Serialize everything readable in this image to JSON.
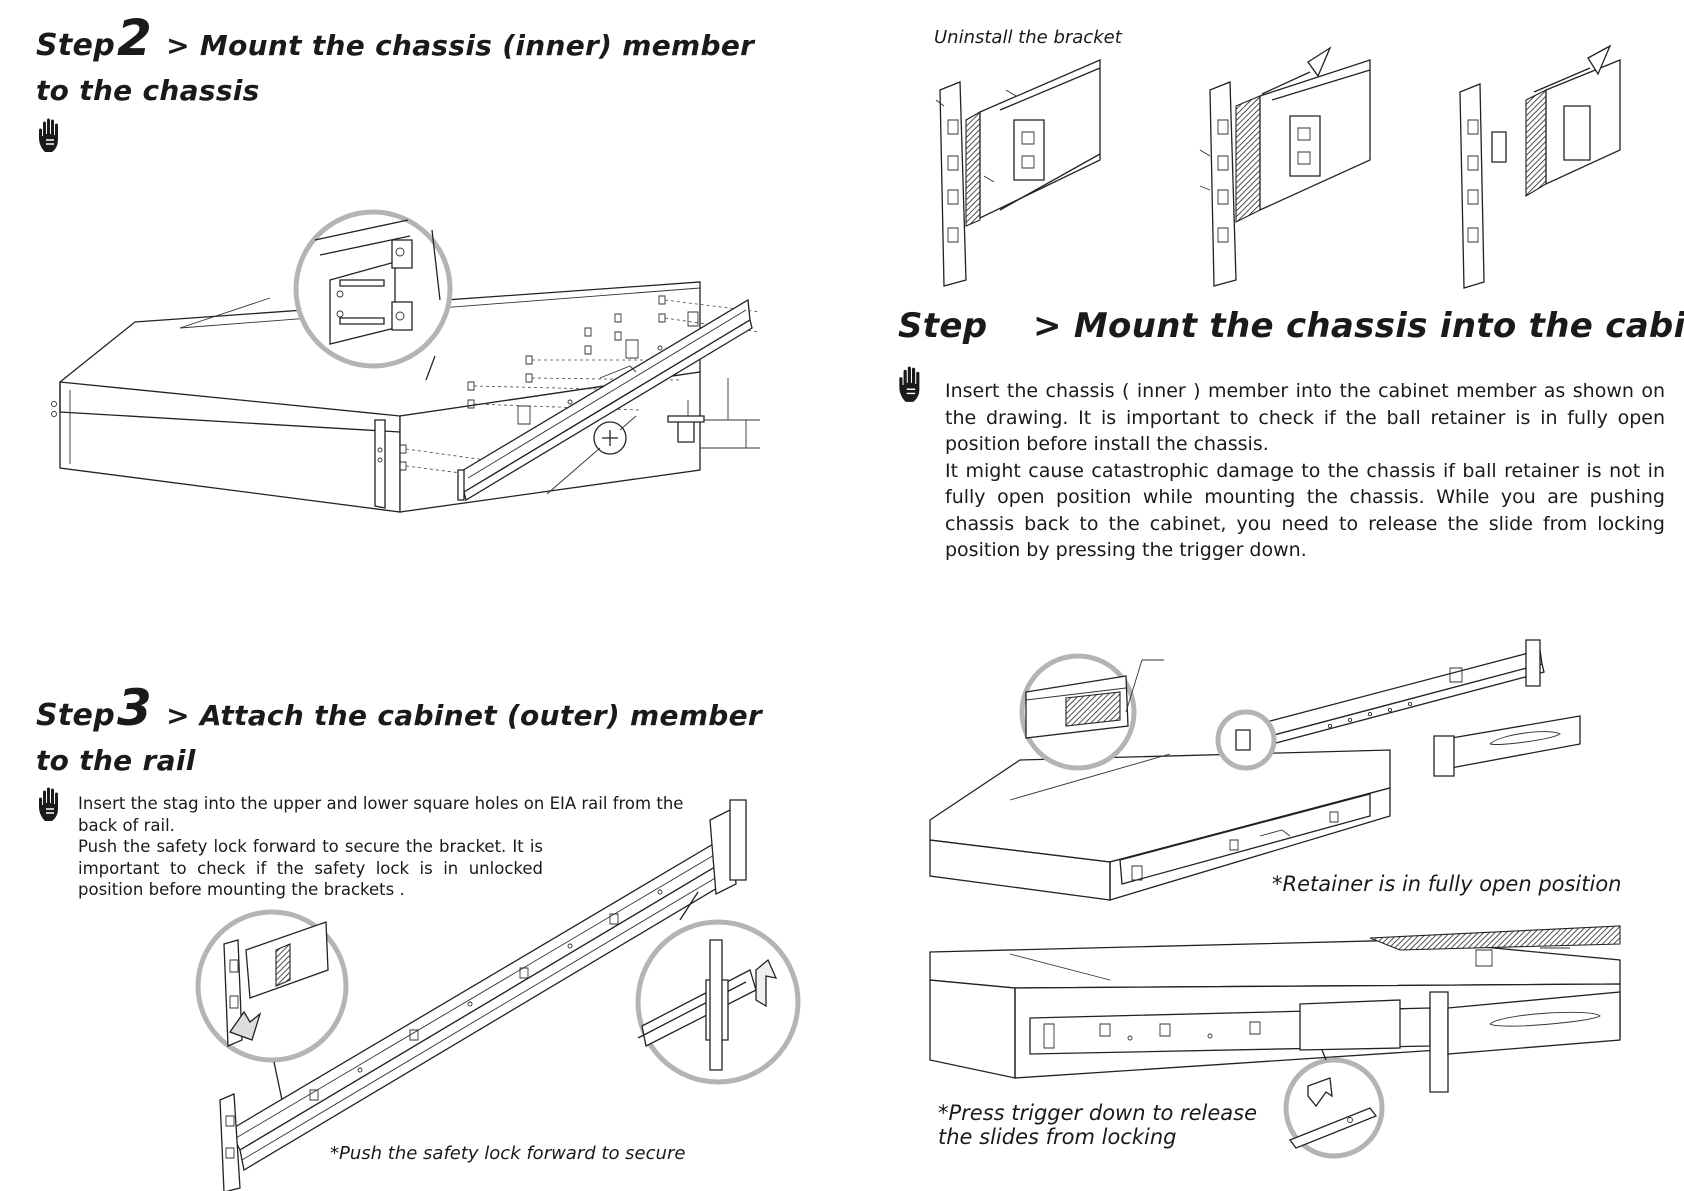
{
  "step2": {
    "word": "Step",
    "number": "2",
    "title_rest": "> Mount  the  chassis  (inner)  member",
    "title_line2": "to  the  chassis"
  },
  "uninstall": {
    "caption": "Uninstall  the  bracket"
  },
  "step_mount": {
    "word": "Step",
    "title_rest": "> Mount  the  chassis  into  the  cabinet",
    "paragraph1": "Insert the chassis ( inner ) member into the cabinet member as shown on the drawing. It is important to check if the ball retainer is in fully open position before install the chassis.",
    "paragraph2": "It might cause catastrophic damage to the chassis if ball retainer is not in fully open position while mounting the chassis. While you are pushing chassis back to the cabinet, you need to release the slide from locking position by pressing the trigger down."
  },
  "step3": {
    "word": "Step",
    "number": "3",
    "title_rest": "> Attach  the  cabinet  (outer)  member",
    "title_line2": "to  the  rail",
    "paragraph_line1": "Insert the stag into the upper and lower square holes on EIA rail from the",
    "paragraph_line2": "back of rail.",
    "paragraph2": "Push the safety lock forward to secure the bracket. It is important to check if the safety lock is in unlocked position before mounting the brackets .",
    "caption": "*Push  the  safety  lock  forward  to  secure"
  },
  "retainer": {
    "caption": "*Retainer  is  in  fully  open  position"
  },
  "trigger": {
    "caption_line1": "*Press  trigger  down  to  release",
    "caption_line2": "the  slides  from  locking"
  },
  "icons": {
    "caution": "hand-caution-icon"
  },
  "colors": {
    "text": "#1a1a1a",
    "line": "#222222",
    "magnifier_ring": "#b4b4b4"
  }
}
